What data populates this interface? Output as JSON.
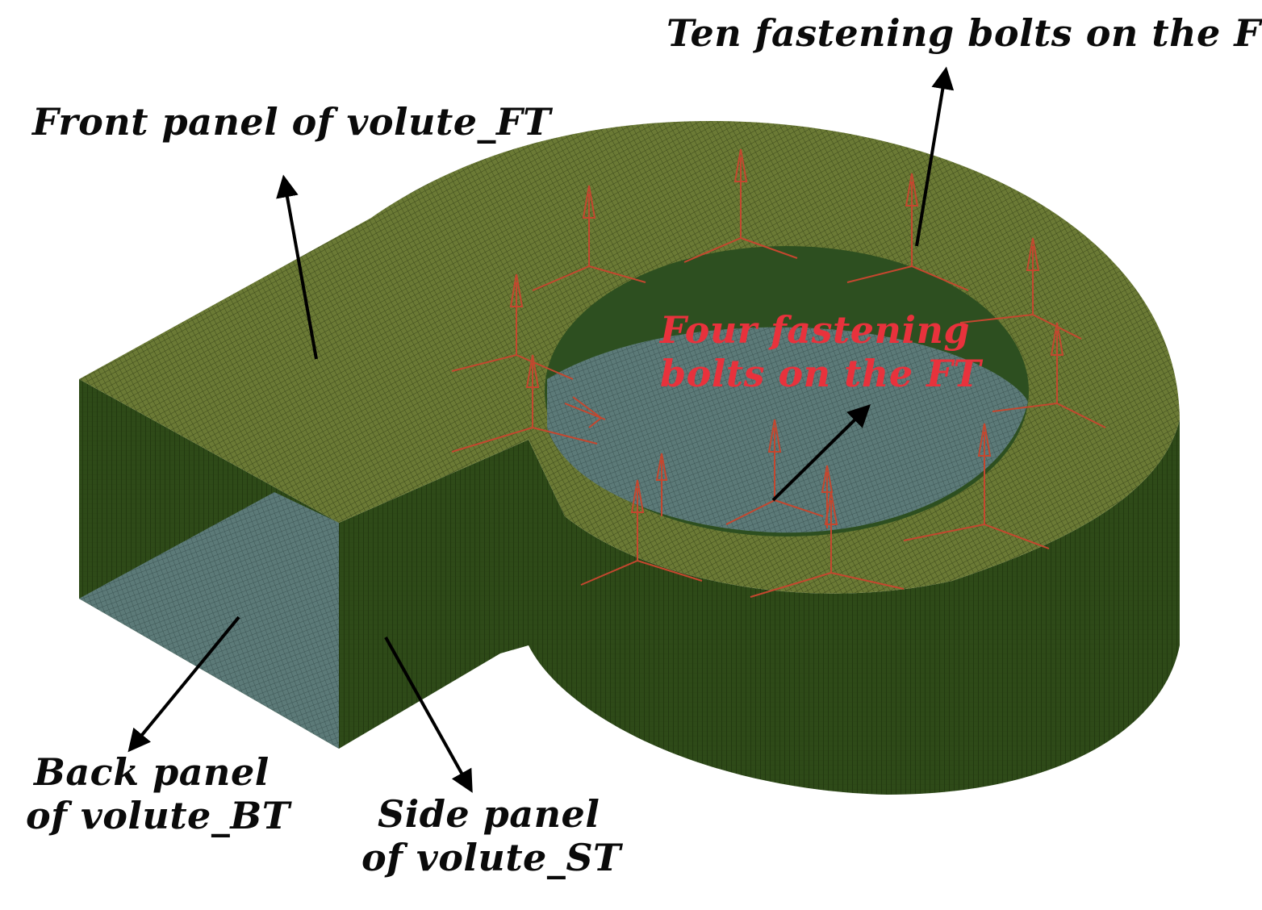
{
  "colors": {
    "mesh_top": "#6b7a35",
    "mesh_side": "#2e4a18",
    "mesh_inner": "#5c7a78",
    "bolt_lines": "#c4472f",
    "label_text": "#0a0a0a",
    "label_highlight": "#e8323c",
    "arrow": "#000000"
  },
  "labels": {
    "front_panel": "Front panel of volute_FT",
    "ten_bolts": "Ten fastening bolts on the FT",
    "four_bolts": [
      "Four fastening",
      "bolts on the FT"
    ],
    "back_panel": [
      "Back panel",
      "of volute_BT"
    ],
    "side_panel": [
      "Side panel",
      "of volute_ST"
    ]
  }
}
